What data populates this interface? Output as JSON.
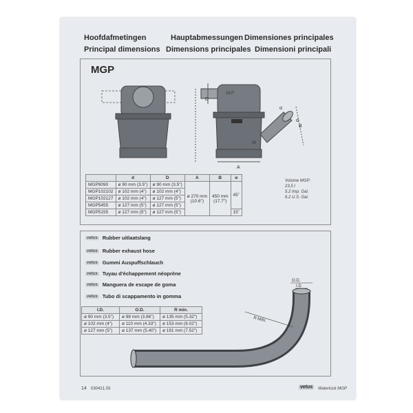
{
  "headers": [
    {
      "text": "Hoofdafmetingen",
      "key": "h1"
    },
    {
      "text": "Principal dimensions",
      "key": "h2"
    },
    {
      "text": "Hauptabmessungen",
      "key": "h3"
    },
    {
      "text": "Dimensions principales",
      "key": "h4"
    },
    {
      "text": "Dimensiones principales",
      "key": "h5"
    },
    {
      "text": "Dimensioni principali",
      "key": "h6"
    }
  ],
  "mgp": {
    "title": "MGP",
    "labels": {
      "out": "OUT",
      "in": "IN",
      "D": "D",
      "d": "d",
      "A": "A",
      "B": "B",
      "alpha": "α"
    },
    "table": {
      "columns": [
        "",
        "d",
        "D",
        "A",
        "B",
        "α"
      ],
      "rows": [
        [
          "MGP9090",
          "ø 90 mm (3.5\")",
          "ø 90 mm (3.5\")"
        ],
        [
          "MGP102102",
          "ø 102 mm (4\")",
          "ø 102 mm (4\")"
        ],
        [
          "MGP102127",
          "ø 102 mm (4\")",
          "ø 127 mm (5\")"
        ],
        [
          "MGP5455",
          "ø 127 mm (5\")",
          "ø 127 mm (5\")"
        ],
        [
          "MGP5155",
          "ø 127 mm (5\")",
          "ø 127 mm (5\")"
        ]
      ],
      "A_value": "ø 270 mm\n(10.6\")",
      "B_value": "450 mm\n(17.7\")",
      "alpha_1": "45˚",
      "alpha_2": "15˚"
    },
    "volume": [
      "Volume MGP:",
      "23,5 l",
      "5.2 Imp. Gal.",
      "6.2 U.S. Gal."
    ]
  },
  "hose": {
    "logo": "vetus",
    "lines": [
      "Rubber uitlaatslang",
      "Rubber exhaust hose",
      "Gummi Auspuffschlauch",
      "Tuyau d'échappement néoprène",
      "Manguera de escape de goma",
      "Tubo di scappamento in gomma"
    ],
    "table": {
      "columns": [
        "I.D.",
        "O.D.",
        "R min."
      ],
      "rows": [
        [
          "ø 90 mm (3.5\")",
          "ø 98 mm (3.86\")",
          "ø 135 mm (5.32\")"
        ],
        [
          "ø 102 mm (4\")",
          "ø 110 mm (4.33\")",
          "ø 153 mm (6.02\")"
        ],
        [
          "ø 127 mm (5\")",
          "ø 137 mm (5.40\")",
          "ø 191 mm (7.52\")"
        ]
      ]
    },
    "diagram_labels": {
      "od": "O.D.",
      "id": "I.D",
      "rmin": "R  MIN."
    }
  },
  "footer": {
    "page": "14",
    "code": "030421.03",
    "brand": "vetus",
    "product": "Waterlock MGP"
  }
}
